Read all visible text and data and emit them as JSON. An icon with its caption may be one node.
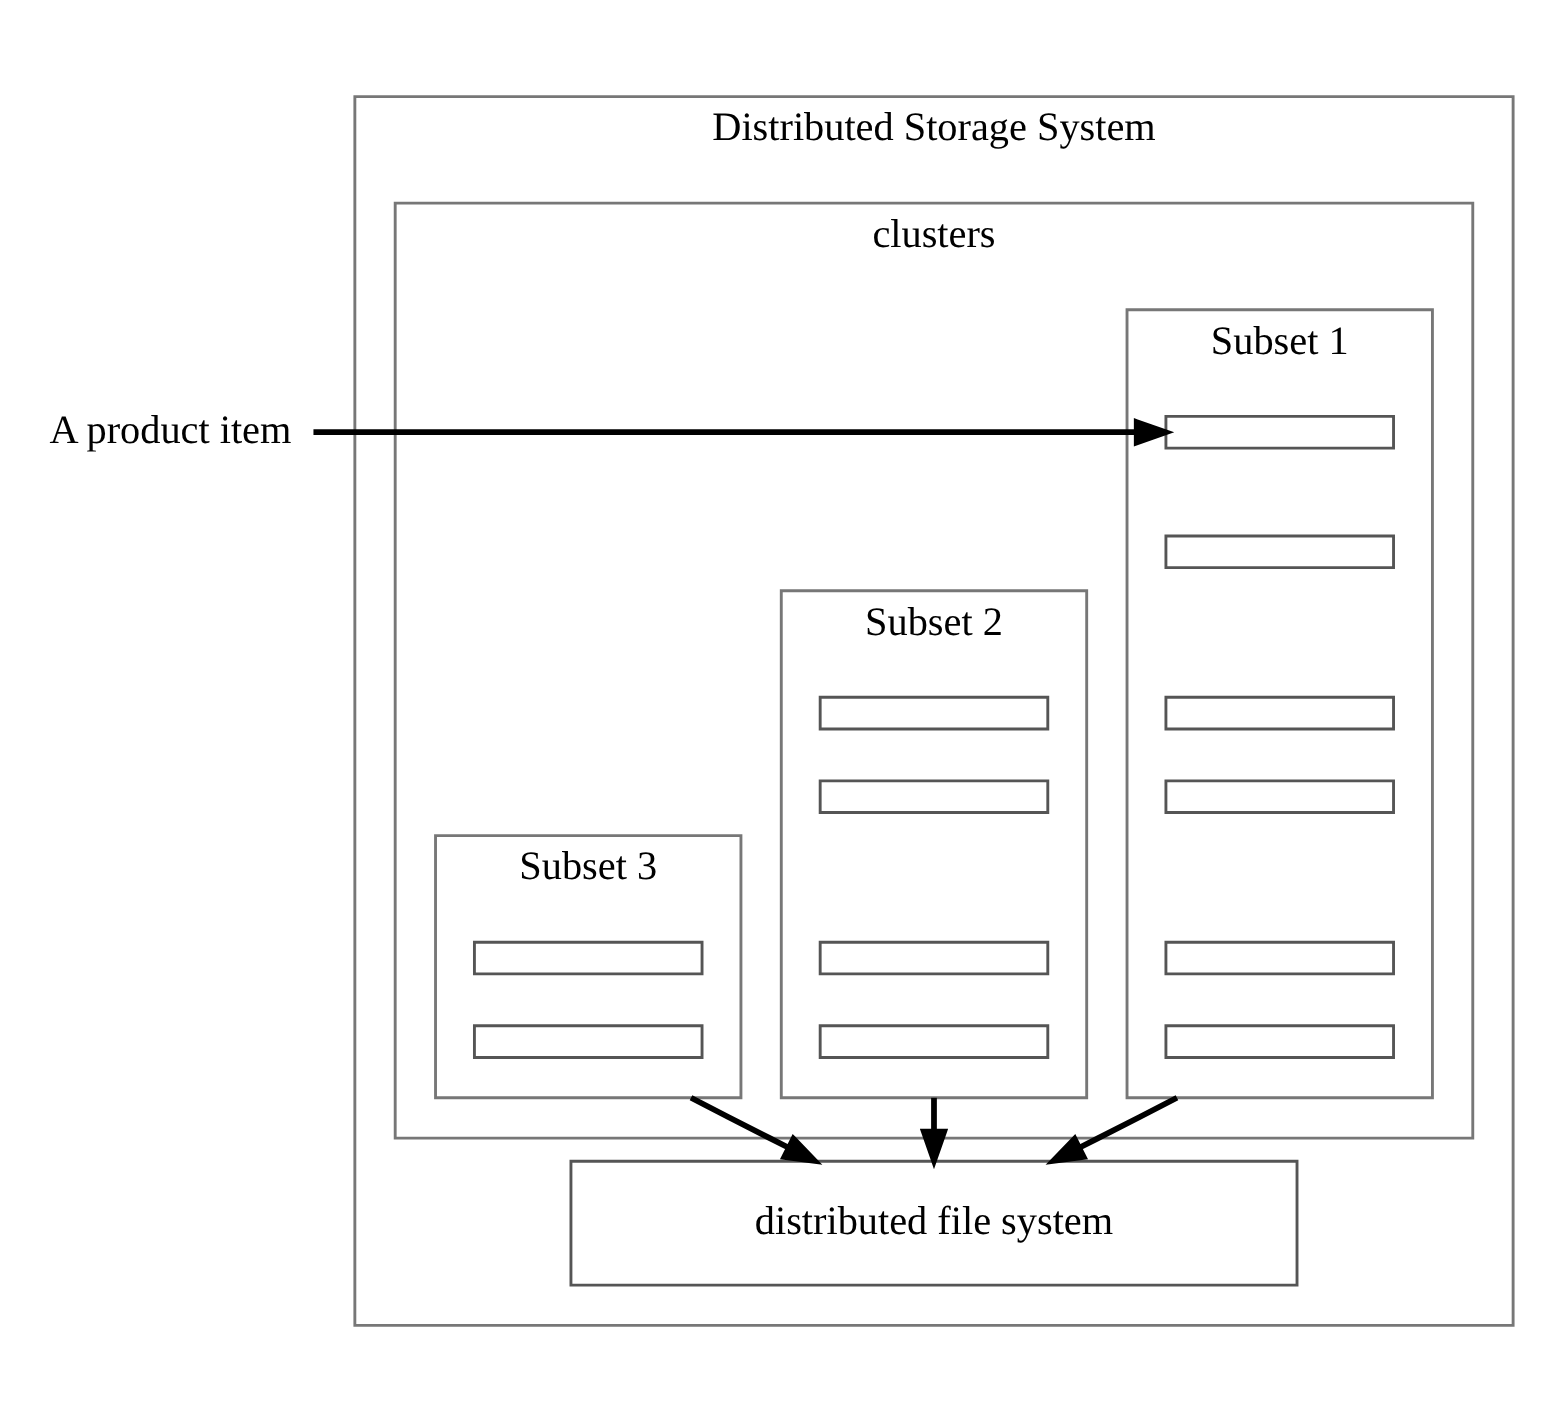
{
  "diagram": {
    "nodes": [
      {
        "text": [
          "Distributed Storage System"
        ]
      },
      {
        "text": [
          "clusters"
        ],
        "in": 0
      },
      {
        "text": [
          "Subset 1"
        ],
        "in": 1
      },
      {
        "text": [],
        "shape": "box",
        "in": 2
      },
      {
        "text": [],
        "shape": "box",
        "in": 2
      },
      {
        "text": [],
        "shape": "box",
        "in": 2
      },
      {
        "text": [],
        "shape": "box",
        "in": 2
      },
      {
        "text": [],
        "shape": "box",
        "in": 2
      },
      {
        "text": [],
        "shape": "box",
        "in": 2
      },
      {
        "text": [
          "Subset 2"
        ],
        "in": 1
      },
      {
        "text": [],
        "shape": "box",
        "in": 9
      },
      {
        "text": [],
        "shape": "box",
        "in": 9
      },
      {
        "text": [],
        "shape": "box",
        "in": 9
      },
      {
        "text": [],
        "shape": "box",
        "in": 9
      },
      {
        "text": [
          "Subset 3"
        ],
        "in": 1
      },
      {
        "text": [],
        "shape": "box",
        "in": 14
      },
      {
        "text": [],
        "shape": "box",
        "in": 14
      },
      {
        "text": [
          "distributed file system"
        ],
        "in": 0
      },
      {
        "text": [
          "A product item"
        ]
      }
    ],
    "edges": [
      {
        "from": 18,
        "to": 3,
        "arrow": "to"
      },
      {
        "from": 2,
        "to": 17,
        "arrow": "to"
      },
      {
        "from": 9,
        "to": 17,
        "arrow": "to"
      },
      {
        "from": 14,
        "to": 17,
        "arrow": "to"
      }
    ]
  }
}
